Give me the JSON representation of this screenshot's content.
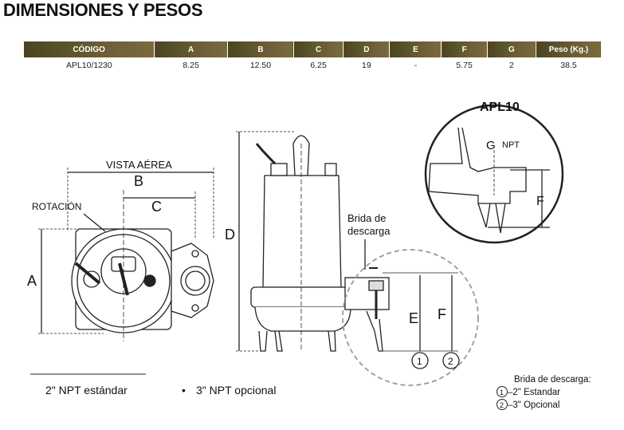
{
  "title": "DIMENSIONES Y PESOS",
  "table": {
    "headers": [
      "CÓDIGO",
      "A",
      "B",
      "C",
      "D",
      "E",
      "F",
      "G",
      "Peso (Kg.)"
    ],
    "rows": [
      [
        "APL10/1230",
        "8.25",
        "12.50",
        "6.25",
        "19",
        "-",
        "5.75",
        "2",
        "38.5"
      ]
    ]
  },
  "diagram": {
    "vista_aerea": "VISTA AÉREA",
    "b": "B",
    "c": "C",
    "a": "A",
    "d": "D",
    "e": "E",
    "f": "F",
    "f2": "F",
    "g": "G",
    "rotacion": "ROTACIÓN",
    "npt": "NPT",
    "detail_title": "APL10",
    "brida_1": "Brida de",
    "brida_2": "descarga",
    "circle1": "1",
    "circle2": "2",
    "npt_standard": "2\" NPT estándar",
    "bullet": "•",
    "npt_optional": "3\" NPT opcional",
    "legend_title": "Brida de descarga:",
    "legend_1": "–2\" Estandar",
    "legend_2": "–3\" Opcional",
    "legend_n1": "1",
    "legend_n2": "2"
  }
}
